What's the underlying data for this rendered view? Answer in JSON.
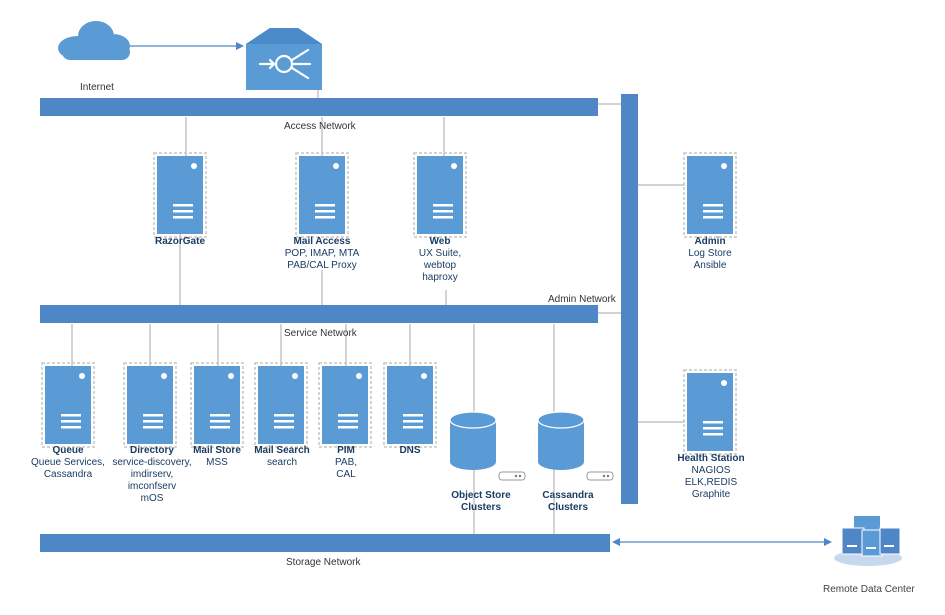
{
  "networks": {
    "internet": "Internet",
    "access": "Access Network",
    "admin": "Admin Network",
    "service": "Service Network",
    "storage": "Storage Network"
  },
  "servers": {
    "razorgate": {
      "name": "RazorGate",
      "sub": []
    },
    "mail_access": {
      "name": "Mail Access",
      "sub": [
        "POP, IMAP, MTA",
        "PAB/CAL Proxy"
      ]
    },
    "web": {
      "name": "Web",
      "sub": [
        "UX Suite,",
        "webtop",
        "haproxy"
      ]
    },
    "admin": {
      "name": "Admin",
      "sub": [
        "Log Store",
        "Ansible"
      ]
    },
    "queue": {
      "name": "Queue",
      "sub": [
        "Queue Services,",
        "Cassandra"
      ]
    },
    "directory": {
      "name": "Directory",
      "sub": [
        "service-discovery,",
        "imdirserv,",
        "imconfserv",
        "mOS"
      ]
    },
    "mail_store": {
      "name": "Mail Store",
      "sub": [
        "MSS"
      ]
    },
    "mail_search": {
      "name": "Mail Search",
      "sub": [
        "search"
      ]
    },
    "pim": {
      "name": "PIM",
      "sub": [
        "PAB,",
        "CAL"
      ]
    },
    "dns": {
      "name": "DNS",
      "sub": []
    },
    "health": {
      "name": "Health Station",
      "sub": [
        "NAGIOS",
        "ELK,REDIS",
        "Graphite"
      ]
    }
  },
  "storage": {
    "object_store": "Object Store Clusters",
    "cassandra": "Cassandra Clusters"
  },
  "remote": "Remote Data Center",
  "colors": {
    "bar": "#4f86c6",
    "server": "#5b9bd5",
    "server_border": "#c9c9c9",
    "line": "#b7b7b7",
    "label": "#1a3d63"
  }
}
